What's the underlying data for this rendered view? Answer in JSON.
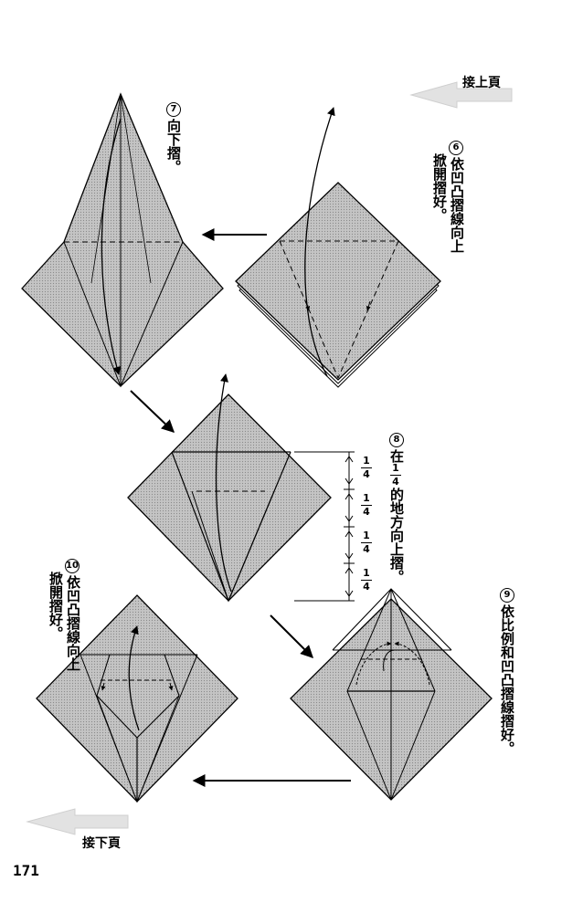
{
  "nav": {
    "prev_page": "接上頁",
    "next_page": "接下頁"
  },
  "page_number": "171",
  "steps": [
    {
      "num": "6",
      "lines": [
        "依凹凸摺線向上",
        "掀開摺好。"
      ]
    },
    {
      "num": "7",
      "lines": [
        "向下摺。"
      ]
    },
    {
      "num": "8",
      "text_before": "在",
      "fraction": {
        "numerator": "1",
        "denominator": "4"
      },
      "text_after": "的地方向上摺。"
    },
    {
      "num": "9",
      "lines": [
        "依比例和凹凸摺線摺好。"
      ]
    },
    {
      "num": "10",
      "lines": [
        "依凹凸摺線向上",
        "掀開摺好。"
      ]
    }
  ],
  "quarter_marks": [
    {
      "numerator": "1",
      "denominator": "4"
    },
    {
      "numerator": "1",
      "denominator": "4"
    },
    {
      "numerator": "1",
      "denominator": "4"
    },
    {
      "numerator": "1",
      "denominator": "4"
    }
  ],
  "colors": {
    "paper": "#bdbdbd",
    "paper_dark": "#a8a8a8",
    "line": "#000000",
    "nav_arrow": "#dedede"
  }
}
